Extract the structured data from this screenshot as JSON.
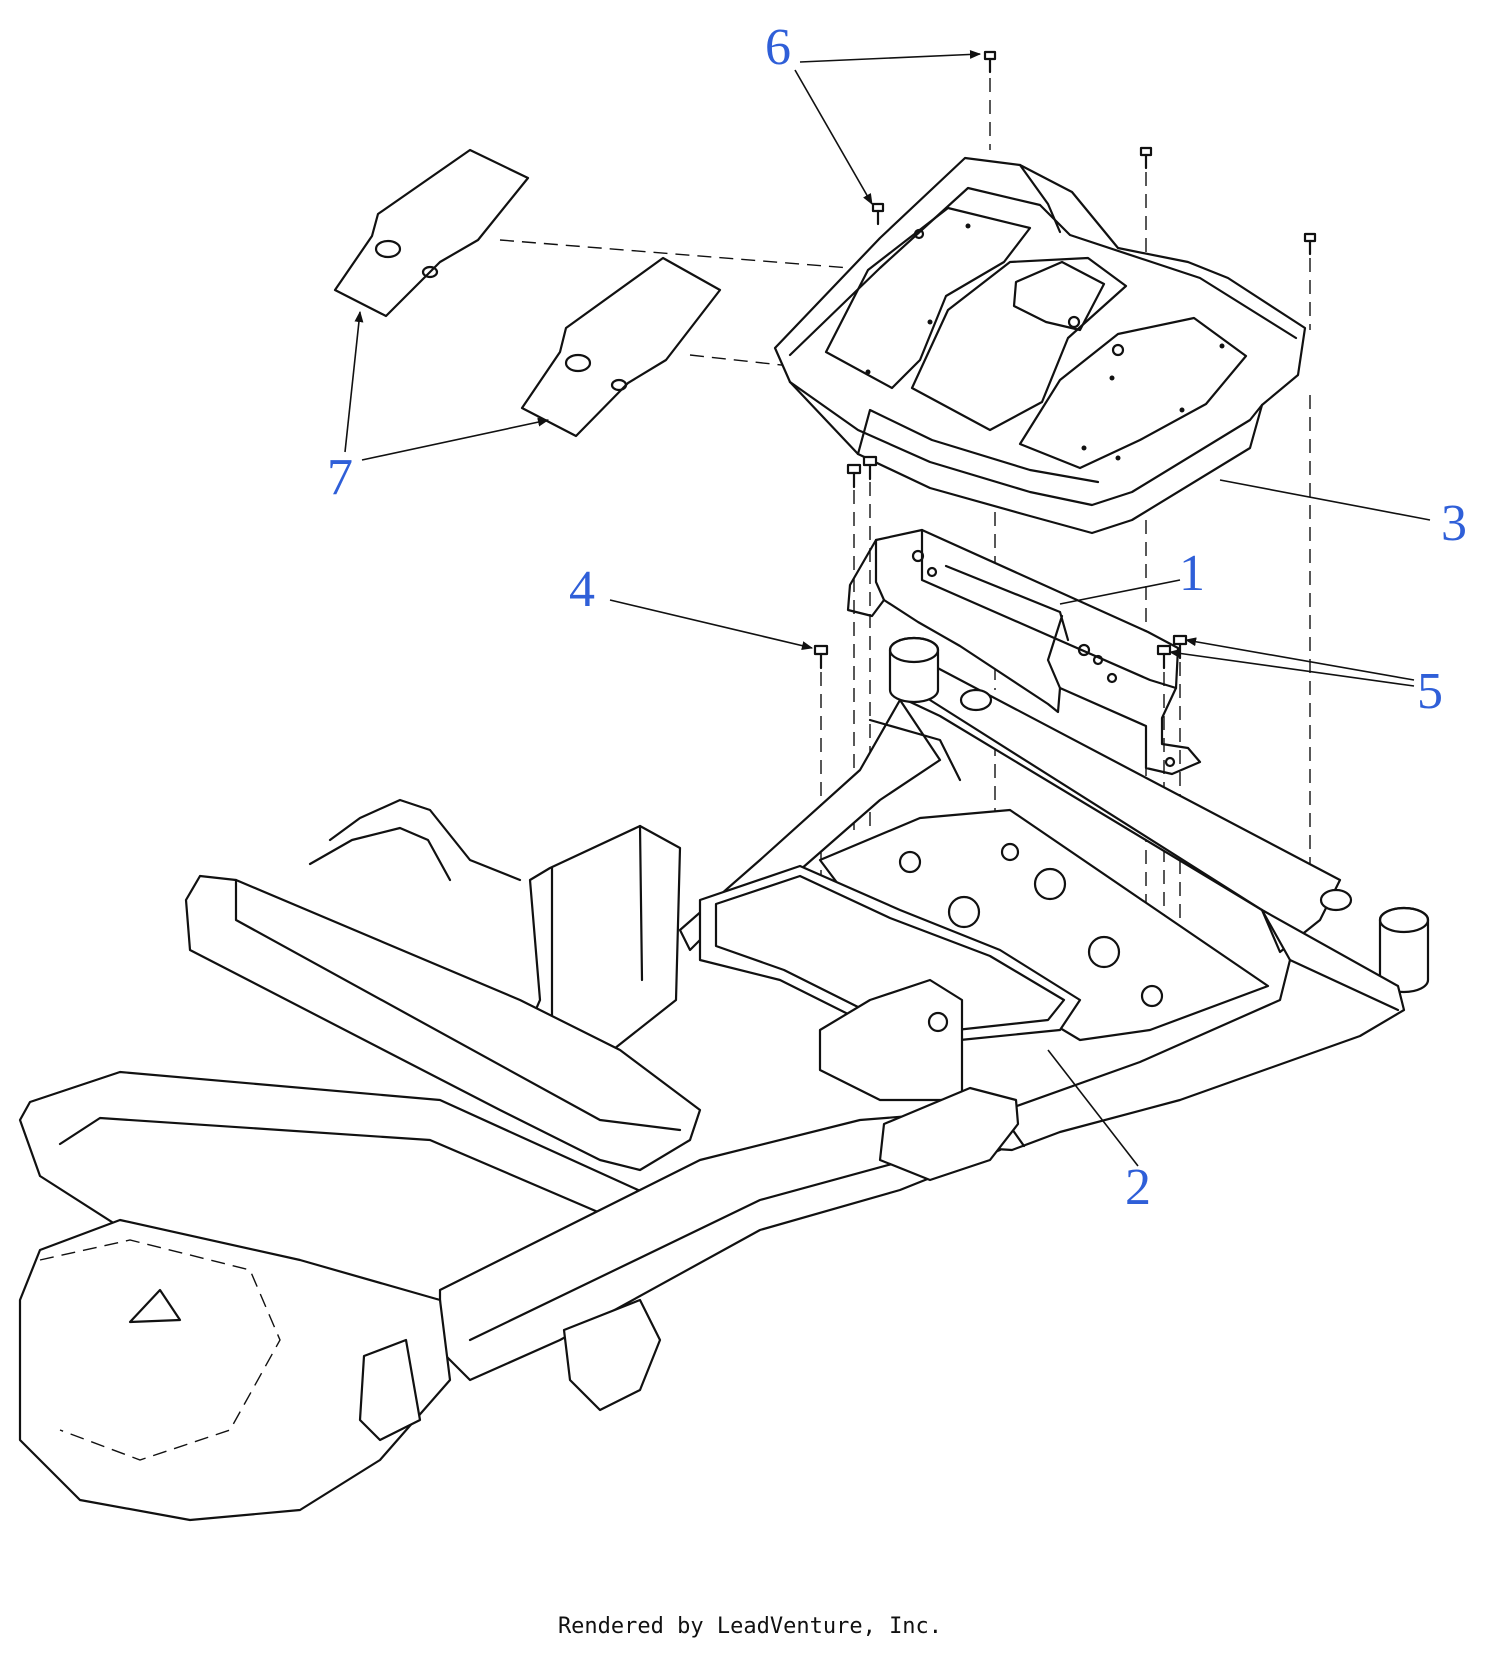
{
  "diagram": {
    "callouts": [
      {
        "id": "1",
        "label": "1"
      },
      {
        "id": "2",
        "label": "2"
      },
      {
        "id": "3",
        "label": "3"
      },
      {
        "id": "4",
        "label": "4"
      },
      {
        "id": "5",
        "label": "5"
      },
      {
        "id": "6",
        "label": "6"
      },
      {
        "id": "7",
        "label": "7"
      }
    ],
    "callout_color": "#2f5fd8",
    "line_color": "#111111"
  },
  "footer": {
    "credit": "Rendered by LeadVenture, Inc."
  }
}
